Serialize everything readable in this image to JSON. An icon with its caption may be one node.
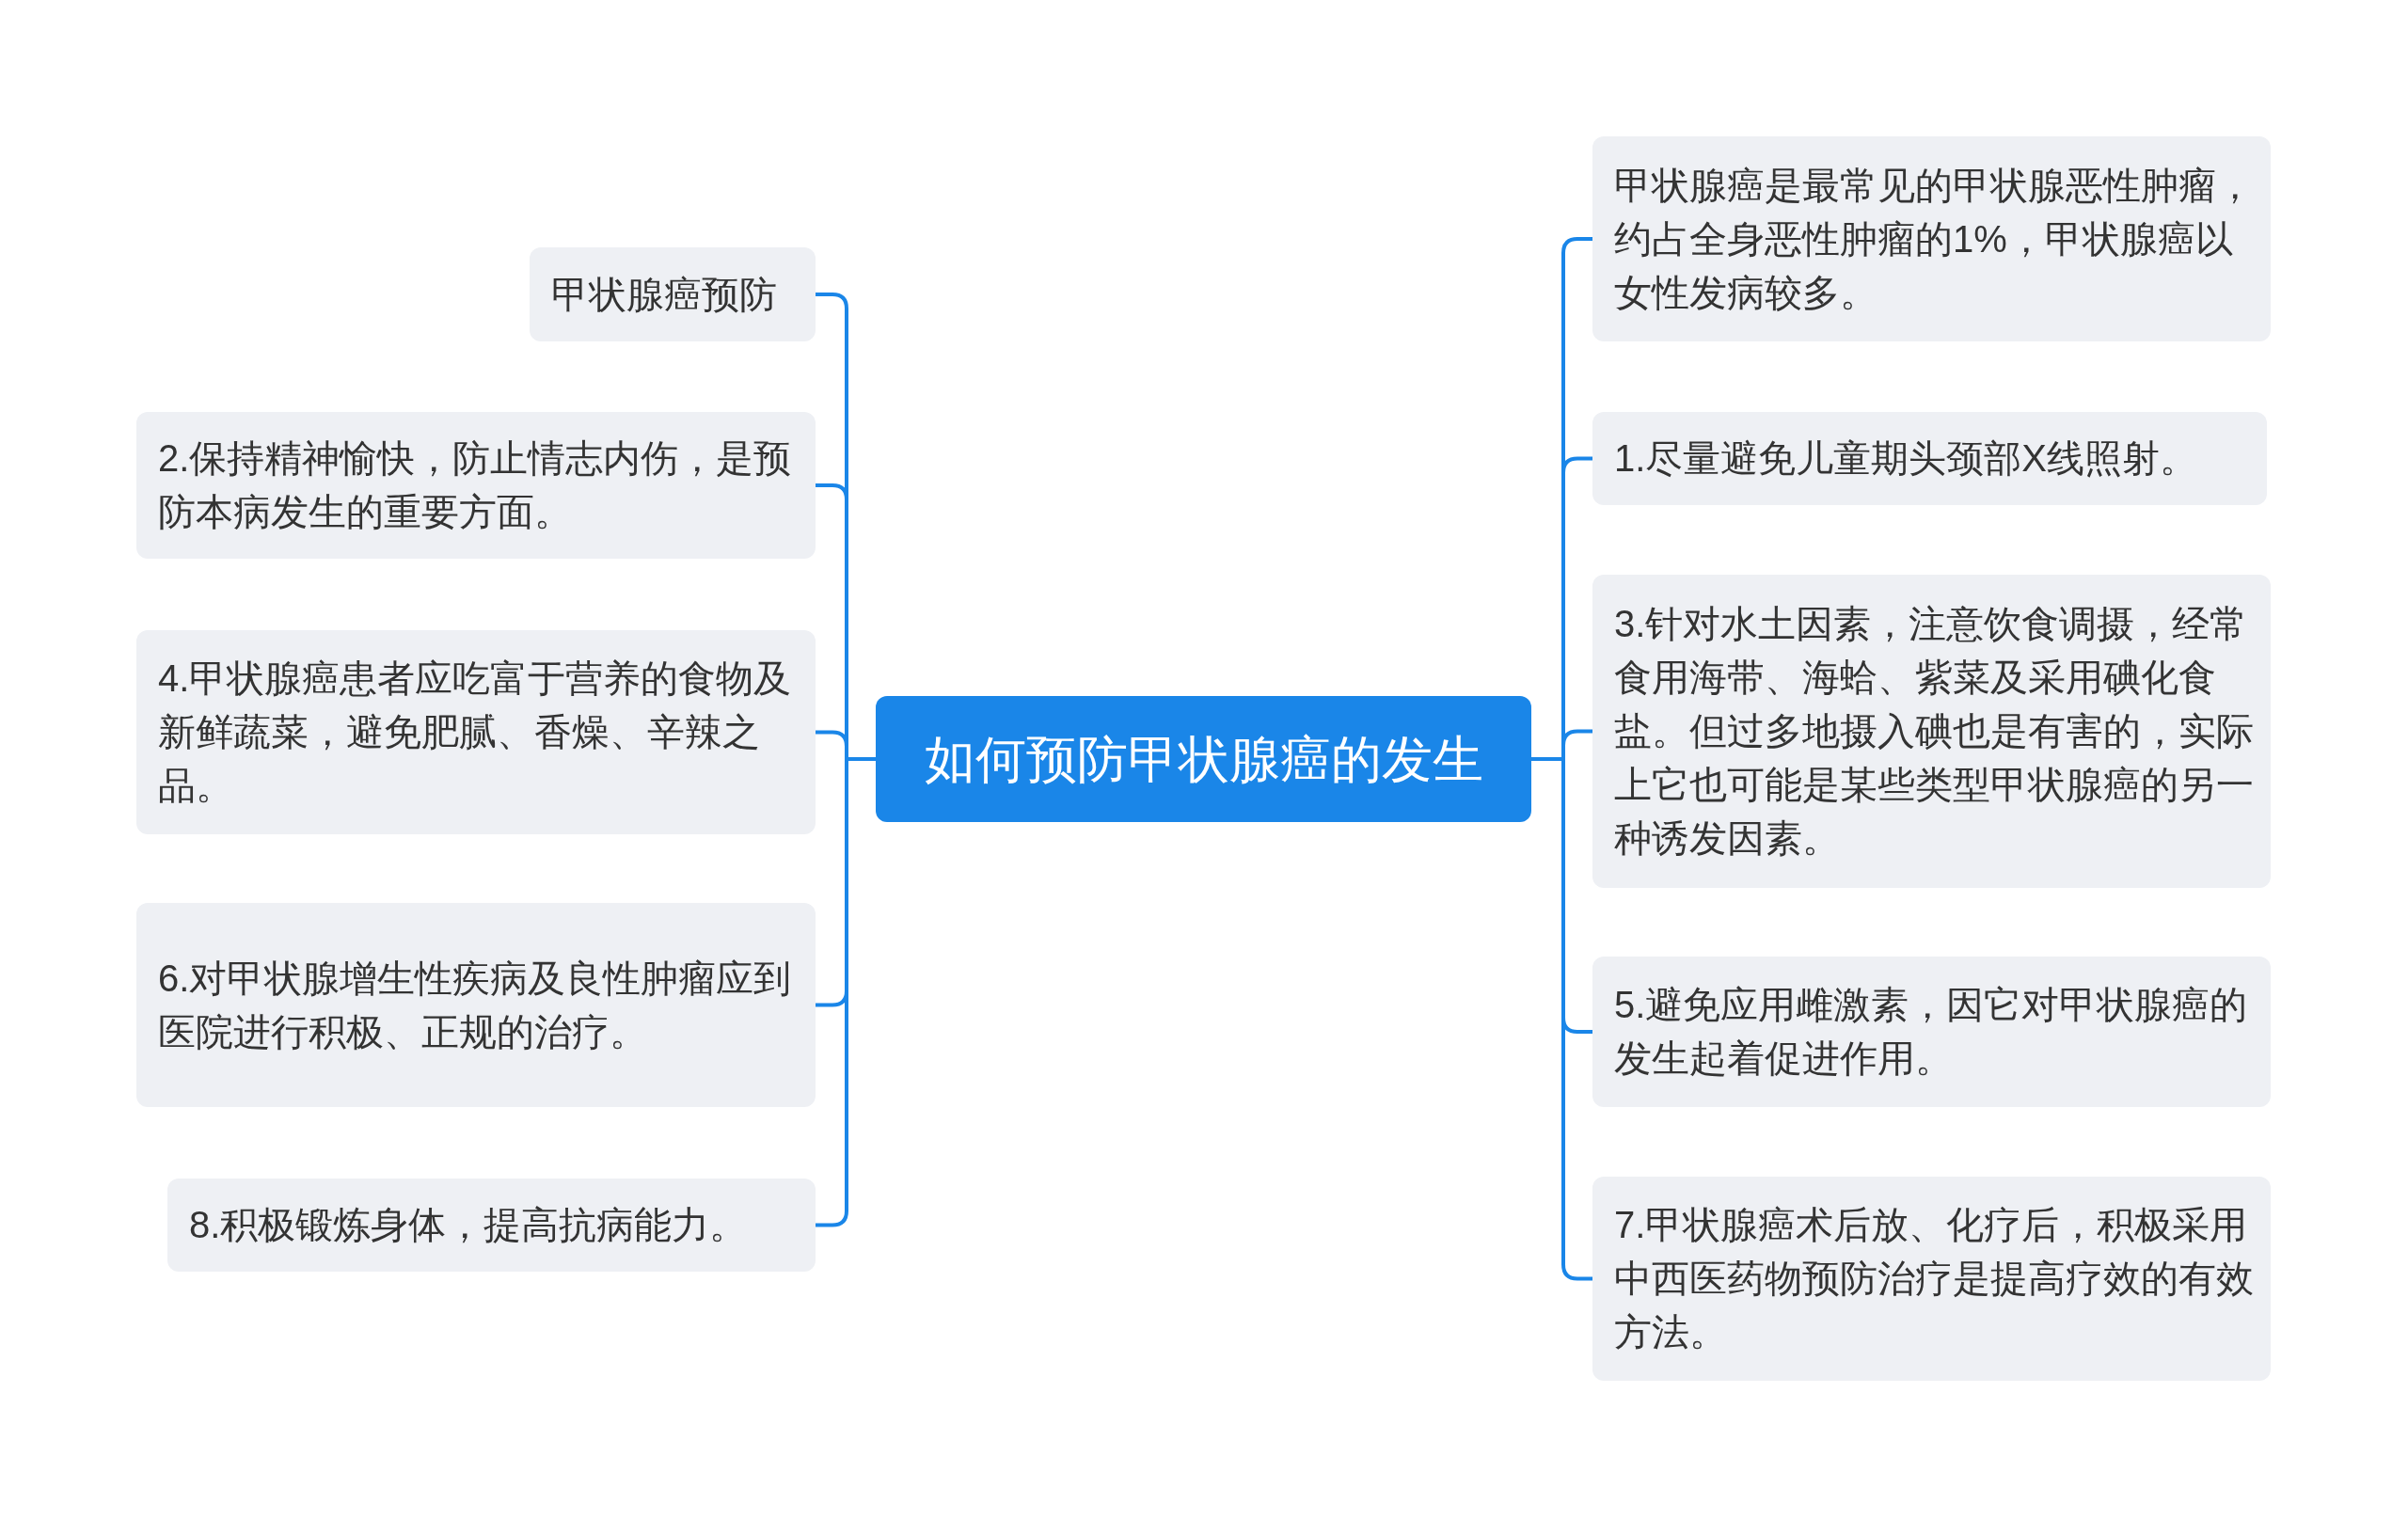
{
  "diagram": {
    "nodes": [
      {
        "text": [
          "如何预防甲状腺癌的发生"
        ]
      },
      {
        "text": [
          "甲状腺癌预防"
        ]
      },
      {
        "text": [
          "2.保持精神愉快，防止情志内伤，是预防本病发生的重要方面。"
        ]
      },
      {
        "text": [
          "4.甲状腺癌患者应吃富于营养的食物及新鲜蔬菜，避免肥腻、香燥、辛辣之品。"
        ]
      },
      {
        "text": [
          "6.对甲状腺增生性疾病及良性肿瘤应到医院进行积极、正规的治疗。"
        ]
      },
      {
        "text": [
          "8.积极锻炼身体，提高抗病能力。"
        ]
      },
      {
        "text": [
          "甲状腺癌是最常见的甲状腺恶性肿瘤，约占全身恶性肿瘤的1%，甲状腺癌以女性发病较多。"
        ]
      },
      {
        "text": [
          "1.尽量避免儿童期头颈部X线照射。"
        ]
      },
      {
        "text": [
          "3.针对水土因素，注意饮食调摄，经常食用海带、海蛤、紫菜及采用碘化食盐。但过多地摄入碘也是有害的，实际上它也可能是某些类型甲状腺癌的另一种诱发因素。"
        ]
      },
      {
        "text": [
          "5.避免应用雌激素，因它对甲状腺癌的发生起着促进作用。"
        ]
      },
      {
        "text": [
          "7.甲状腺癌术后放、化疗后，积极采用中西医药物预防治疗是提高疗效的有效方法。"
        ]
      }
    ],
    "edges": [
      {
        "from": 0,
        "to": 1,
        "arrow": "none"
      },
      {
        "from": 0,
        "to": 2,
        "arrow": "none"
      },
      {
        "from": 0,
        "to": 3,
        "arrow": "none"
      },
      {
        "from": 0,
        "to": 4,
        "arrow": "none"
      },
      {
        "from": 0,
        "to": 5,
        "arrow": "none"
      },
      {
        "from": 0,
        "to": 6,
        "arrow": "none"
      },
      {
        "from": 0,
        "to": 7,
        "arrow": "none"
      },
      {
        "from": 0,
        "to": 8,
        "arrow": "none"
      },
      {
        "from": 0,
        "to": 9,
        "arrow": "none"
      },
      {
        "from": 0,
        "to": 10,
        "arrow": "none"
      }
    ]
  }
}
